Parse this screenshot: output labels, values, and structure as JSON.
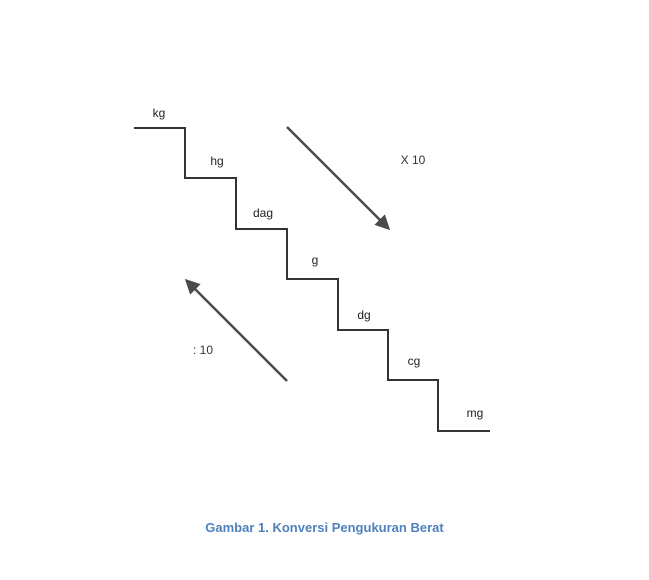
{
  "units": [
    "kg",
    "hg",
    "dag",
    "g",
    "dg",
    "cg",
    "mg"
  ],
  "down_label": "X 10",
  "up_label": ": 10",
  "caption": "Gambar 1. Konversi Pengukuran Berat",
  "colors": {
    "stair_line": "#333333",
    "arrow": "#4a4a4a",
    "caption": "#4f81bd"
  }
}
